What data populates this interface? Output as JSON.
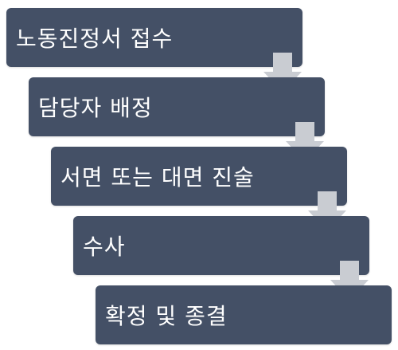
{
  "steps": [
    {
      "label": "노동진정서 접수"
    },
    {
      "label": "담당자 배정"
    },
    {
      "label": "서면 또는 대면 진술"
    },
    {
      "label": "수사"
    },
    {
      "label": "확정 및 종결"
    }
  ],
  "colors": {
    "box": "#445066",
    "text": "#ffffff",
    "arrow": "#c9ccd2"
  }
}
